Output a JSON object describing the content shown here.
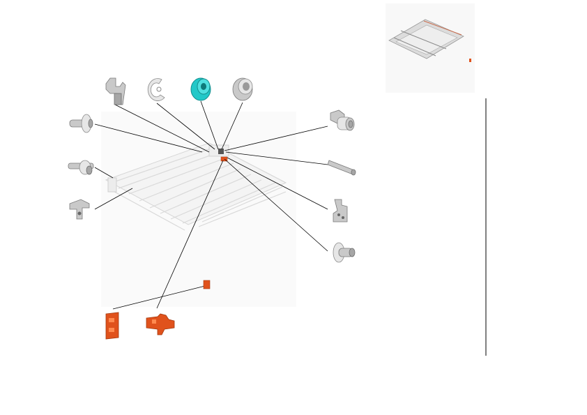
{
  "diagram": {
    "parts": [
      {
        "id": "bracket-top",
        "icon": "bracket-icon"
      },
      {
        "id": "e-ring",
        "icon": "e-ring-icon"
      },
      {
        "id": "bushing-cyan",
        "icon": "bushing-icon",
        "color": "#22c8c8"
      },
      {
        "id": "bushing-gray",
        "icon": "bushing-icon"
      },
      {
        "id": "pin-left-upper",
        "icon": "pin-icon"
      },
      {
        "id": "shaft-left",
        "icon": "shaft-icon"
      },
      {
        "id": "bracket-left-lower",
        "icon": "bracket-icon"
      },
      {
        "id": "gear-holder-right",
        "icon": "holder-icon"
      },
      {
        "id": "rod-right",
        "icon": "rod-icon"
      },
      {
        "id": "plate-right",
        "icon": "plate-icon"
      },
      {
        "id": "pin-right-lower",
        "icon": "pin-icon"
      },
      {
        "id": "block-orange-left",
        "icon": "block-icon",
        "color": "#e0521c"
      },
      {
        "id": "clip-orange",
        "icon": "clip-icon",
        "color": "#e0521c"
      },
      {
        "id": "small-orange",
        "icon": "block-icon",
        "color": "#e0521c"
      }
    ],
    "accent_colors": {
      "orange": "#e0521c",
      "cyan": "#22c8c8",
      "gray": "#c9c9c9"
    }
  }
}
